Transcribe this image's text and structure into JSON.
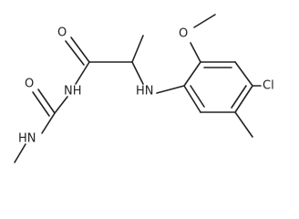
{
  "molecule": {
    "atoms": {
      "o_carbonyl": "O",
      "nh_imide": "NH",
      "o_urea": "O",
      "hn_methyl": "HN",
      "hn_aryl": "HN",
      "o_methoxy": "O",
      "cl": "Cl"
    }
  }
}
